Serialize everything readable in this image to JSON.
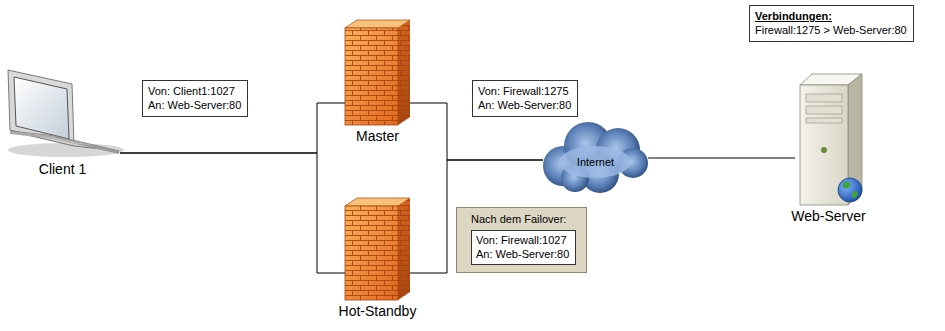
{
  "diagram": {
    "nodes": [
      {
        "text": [
          "Client 1"
        ]
      },
      {
        "text": [
          "Von: Client1:1027",
          "An: Web-Server:80"
        ]
      },
      {
        "text": [
          "Master"
        ]
      },
      {
        "text": [
          "Von: Firewall:1275",
          "An: Web-Server:80"
        ]
      },
      {
        "text": [
          "Hot-Standby"
        ]
      },
      {
        "text": [
          "Nach dem Failover:"
        ]
      },
      {
        "text": [
          "Von: Firewall:1027",
          "An: Web-Server:80"
        ],
        "in": 5
      },
      {
        "text": [
          "Internet"
        ]
      },
      {
        "text": [
          "Verbindungen:",
          "Firewall:1275 > Web-Server:80"
        ]
      },
      {
        "text": [
          "Web-Server"
        ]
      }
    ],
    "edges": [
      {
        "from": 0,
        "to": 2,
        "arrow": "none"
      },
      {
        "from": 0,
        "to": 4,
        "arrow": "none"
      },
      {
        "from": 2,
        "to": 7,
        "arrow": "none"
      },
      {
        "from": 4,
        "to": 7,
        "arrow": "none"
      },
      {
        "from": 7,
        "to": 9,
        "arrow": "none"
      }
    ]
  }
}
